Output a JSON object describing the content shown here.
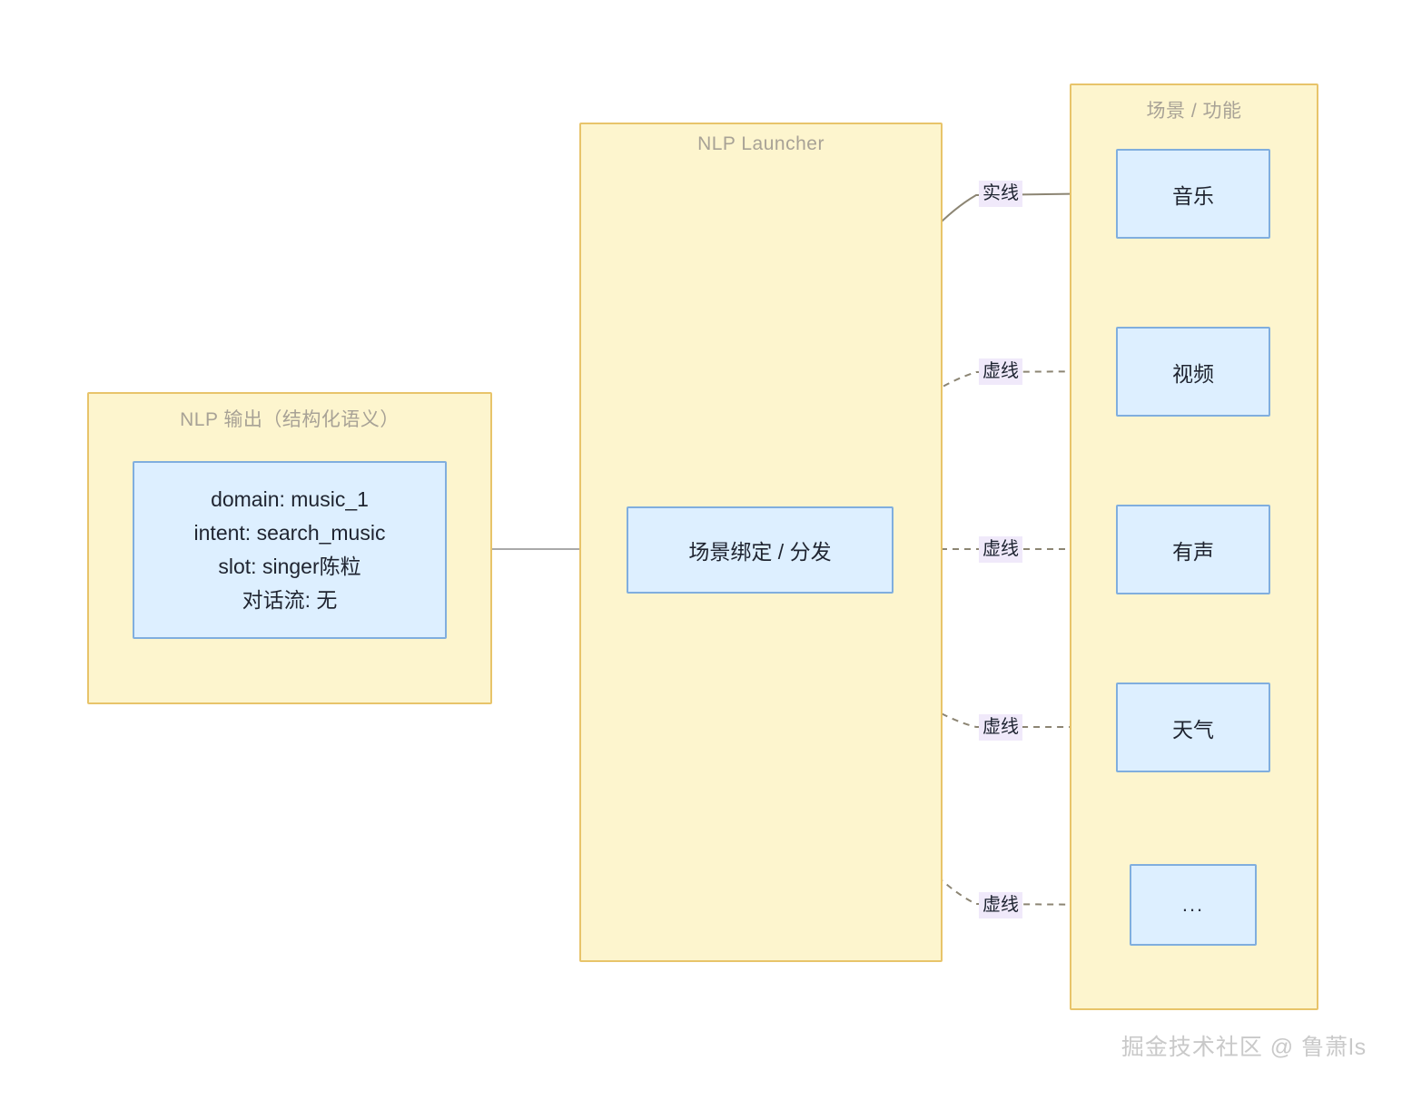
{
  "diagram": {
    "type": "flowchart",
    "groups": [
      {
        "id": "nlp-output",
        "title": "NLP 输出（结构化语义）"
      },
      {
        "id": "nlp-launcher",
        "title": "NLP Launcher"
      },
      {
        "id": "scenes",
        "title": "场景 / 功能"
      }
    ],
    "nodes": {
      "nlp_output_box": {
        "lines": [
          "domain: music_1",
          "intent: search_music",
          "slot: singer陈粒",
          "对话流: 无"
        ]
      },
      "dispatcher": {
        "label": "场景绑定 / 分发"
      },
      "scenes": [
        {
          "id": "music",
          "label": "音乐"
        },
        {
          "id": "video",
          "label": "视频"
        },
        {
          "id": "audio",
          "label": "有声"
        },
        {
          "id": "weather",
          "label": "天气"
        },
        {
          "id": "more",
          "label": "..."
        }
      ]
    },
    "edges": [
      {
        "id": "nlp-to-dispatcher",
        "label": "",
        "style": "solid"
      },
      {
        "id": "dispatcher-to-music",
        "label": "实线",
        "style": "solid"
      },
      {
        "id": "dispatcher-to-video",
        "label": "虚线",
        "style": "dashed"
      },
      {
        "id": "dispatcher-to-audio",
        "label": "虚线",
        "style": "dashed"
      },
      {
        "id": "dispatcher-to-weather",
        "label": "虚线",
        "style": "dashed"
      },
      {
        "id": "dispatcher-to-more",
        "label": "虚线",
        "style": "dashed"
      }
    ],
    "watermark": "掘金技术社区 @ 鲁萧ls",
    "colors": {
      "group_fill": "#fdf5ce",
      "group_border": "#e8c46a",
      "node_fill": "#ddefff",
      "node_border": "#80aede",
      "edge": "#8c8573",
      "label_fill": "#f0e9fa",
      "title_text": "#a8a296",
      "watermark_text": "#c9c9c9"
    }
  }
}
